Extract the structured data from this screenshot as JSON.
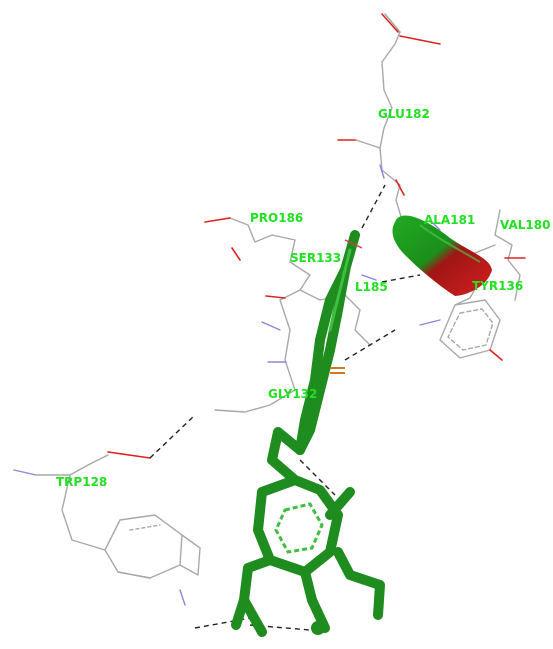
{
  "residues": [
    {
      "id": "glu182",
      "label": "GLU182"
    },
    {
      "id": "ala181",
      "label": "ALA181"
    },
    {
      "id": "val180",
      "label": "VAL180"
    },
    {
      "id": "pro186",
      "label": "PRO186"
    },
    {
      "id": "ser133",
      "label": "SER133"
    },
    {
      "id": "l185",
      "label": "L185"
    },
    {
      "id": "tyr136",
      "label": "TYR136"
    },
    {
      "id": "gly132",
      "label": "GLY132"
    },
    {
      "id": "trp128",
      "label": "TRP128"
    }
  ],
  "colors": {
    "background": "#ffffff",
    "label": "#22e022",
    "ligand": "#1e8c1e",
    "helix_green": "#22aa22",
    "helix_red": "#c01818",
    "wire": "#a8a8a8",
    "nitrogen": "#8888dd",
    "oxygen": "#dd2222",
    "hbond": "#222222"
  }
}
